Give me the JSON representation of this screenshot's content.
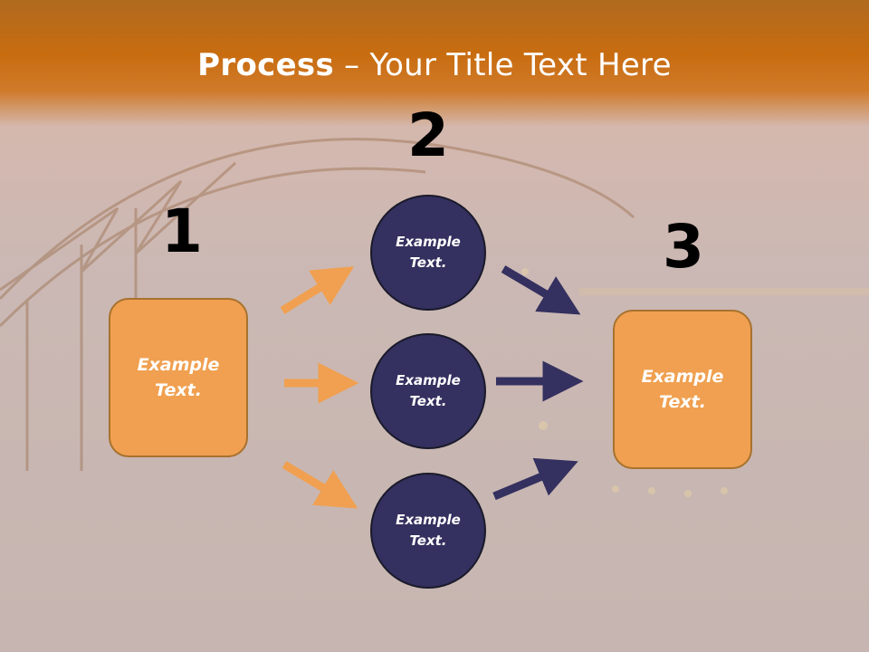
{
  "title": {
    "bold": "Process",
    "separator": " – ",
    "rest": "Your Title Text Here"
  },
  "steps": [
    {
      "number": "1",
      "text": "Example Text."
    },
    {
      "number": "2",
      "text": "Example Text."
    },
    {
      "number": "3",
      "text": "Example Text."
    }
  ],
  "circles": [
    {
      "line1": "Example",
      "line2": "Text."
    },
    {
      "line1": "Example",
      "line2": "Text."
    },
    {
      "line1": "Example",
      "line2": "Text."
    }
  ],
  "box_left": {
    "line1": "Example",
    "line2": "Text."
  },
  "box_right": {
    "line1": "Example",
    "line2": "Text."
  },
  "colors": {
    "orange": "#f0a050",
    "navy": "#34305f",
    "header": "#c86c10"
  }
}
